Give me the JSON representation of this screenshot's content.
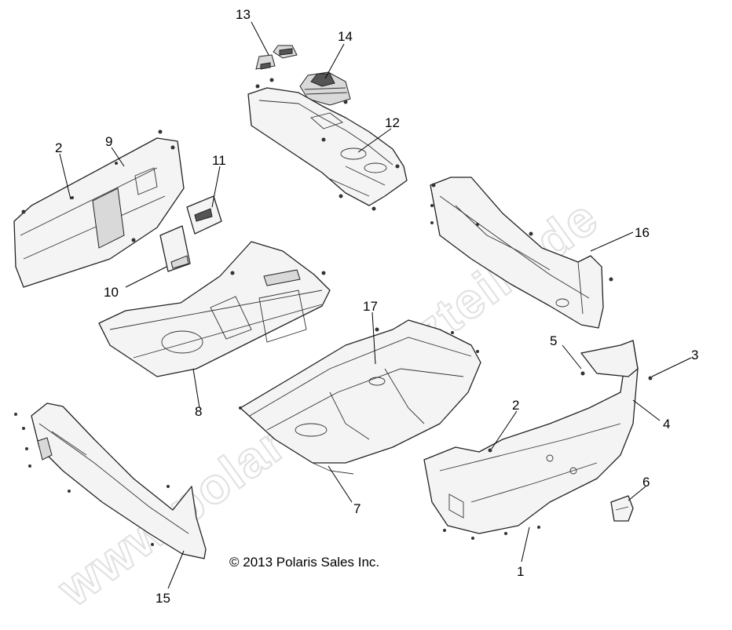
{
  "watermark": "www.polarisersatzteile.de",
  "copyright": "© 2013 Polaris Sales Inc.",
  "callouts": [
    {
      "id": "c13",
      "label": "13"
    },
    {
      "id": "c14",
      "label": "14"
    },
    {
      "id": "c12",
      "label": "12"
    },
    {
      "id": "c2a",
      "label": "2"
    },
    {
      "id": "c9",
      "label": "9"
    },
    {
      "id": "c11",
      "label": "11"
    },
    {
      "id": "c10",
      "label": "10"
    },
    {
      "id": "c16",
      "label": "16"
    },
    {
      "id": "c17",
      "label": "17"
    },
    {
      "id": "c8",
      "label": "8"
    },
    {
      "id": "c5",
      "label": "5"
    },
    {
      "id": "c3",
      "label": "3"
    },
    {
      "id": "c2b",
      "label": "2"
    },
    {
      "id": "c4",
      "label": "4"
    },
    {
      "id": "c6",
      "label": "6"
    },
    {
      "id": "c7",
      "label": "7"
    },
    {
      "id": "c1",
      "label": "1"
    },
    {
      "id": "c15",
      "label": "15"
    }
  ]
}
